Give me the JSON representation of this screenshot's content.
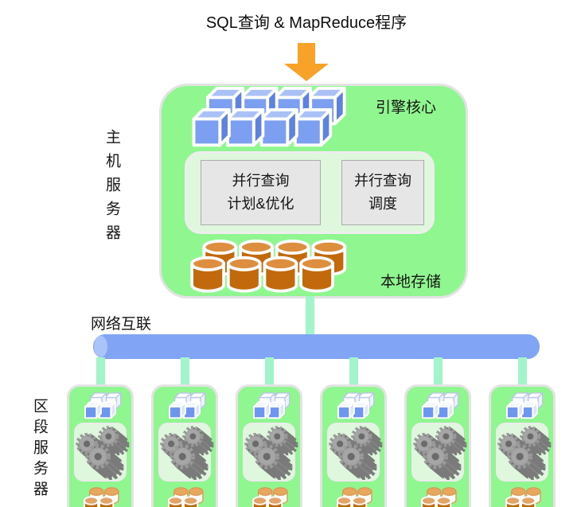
{
  "title": "SQL查询 & MapReduce程序",
  "host_server": {
    "side_label": "主机服务器",
    "engine_core_label": "引擎核心",
    "local_storage_label": "本地存储",
    "modules": [
      "并行查询\n计划&优化",
      "并行查询\n调度"
    ]
  },
  "network": {
    "label": "网络互联"
  },
  "segments": {
    "side_label": "区段服务器",
    "count": 6
  },
  "colors": {
    "server_green": "#90f68f",
    "panel_green": "#def7dd",
    "connector_mint": "#a3f4cb",
    "network_blue": "#82a4f5",
    "cube_blue": "#7c9ff1",
    "cylinder_orange": "#c2690e",
    "gear_gray": "#9a9a9a",
    "arrow_orange": "#f9a22a",
    "module_gray": "#e6e6e6",
    "border_gray": "#e3e3e3"
  },
  "icons": {
    "down-arrow-icon": "orange filled arrow pointing down",
    "cube-stack-icon": "two rows of 3D blue cubes",
    "mini-cube-stack-icon": "four small 3D cubes",
    "database-cylinders-icon": "two rows of orange database cylinders",
    "mini-cylinders-icon": "four small orange database cylinders",
    "gears-icon": "three gray 3D gears",
    "network-bus-icon": "horizontal blue pipe"
  }
}
